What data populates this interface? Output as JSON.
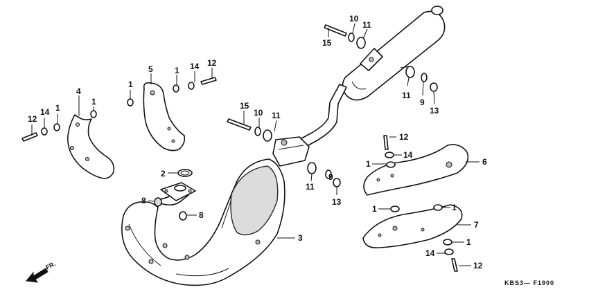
{
  "labels": {
    "l1a": "1",
    "l1b": "1",
    "l1c": "1",
    "l1d": "1",
    "l1e": "1",
    "l1f": "1",
    "l1g": "1",
    "l1h": "1",
    "l2": "2",
    "l3": "3",
    "l4": "4",
    "l5": "5",
    "l6": "6",
    "l7": "7",
    "l8a": "8",
    "l8b": "8",
    "l9a": "9",
    "l9b": "9",
    "l10a": "10",
    "l10b": "10",
    "l11a": "11",
    "l11b": "11",
    "l11c": "11",
    "l11d": "11",
    "l12a": "12",
    "l12b": "12",
    "l12c": "12",
    "l12d": "12",
    "l13a": "13",
    "l13b": "13",
    "l14a": "14",
    "l14b": "14",
    "l14c": "14",
    "l14d": "14",
    "l15a": "15",
    "l15b": "15"
  },
  "direction_label": "FR.",
  "drawing_code": "KBS3— F1900"
}
